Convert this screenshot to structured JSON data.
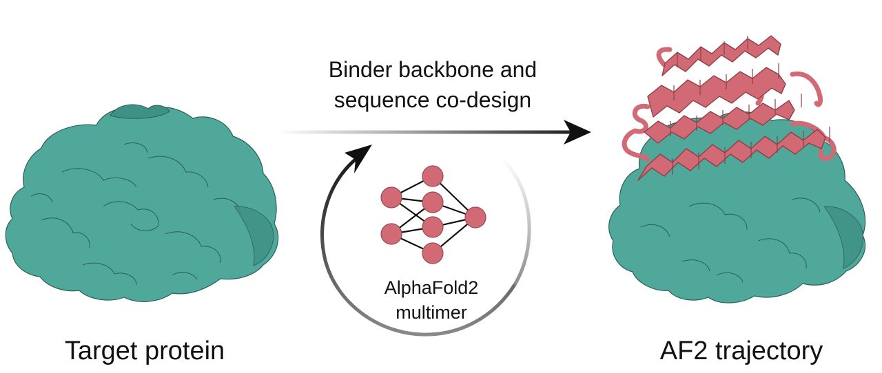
{
  "colors": {
    "protein": "#4fa89a",
    "protein_dark": "#3f9185",
    "protein_outline": "#2a5f57",
    "binder": "#d16a74",
    "binder_outline": "#8e3e47",
    "node": "#d16a74",
    "arrow": "#111111"
  },
  "labels": {
    "target": "Target protein",
    "result": "AF2 trajectory",
    "arrow_line1": "Binder backbone and",
    "arrow_line2": "sequence co-design",
    "model_line1": "AlphaFold2",
    "model_line2": "multimer"
  },
  "icons": {
    "network": "neural-network-icon",
    "cycle": "circular-arrow-icon"
  }
}
